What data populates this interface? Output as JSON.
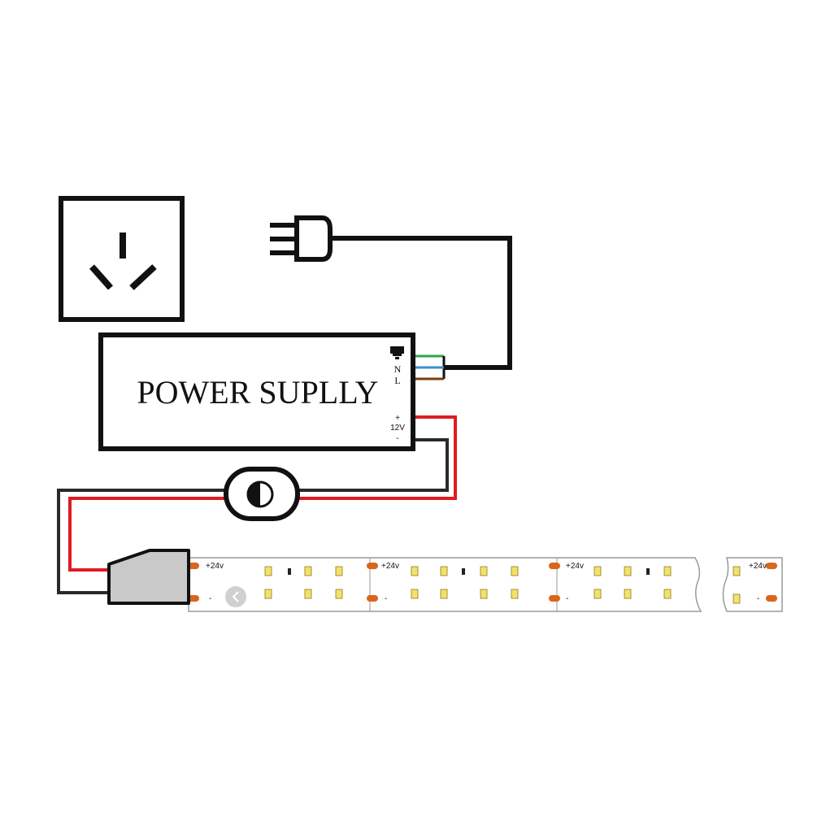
{
  "power_supply": {
    "title": "POWER SUPLLY",
    "ac_pins": {
      "neutral": "N",
      "live": "L"
    },
    "dc_pins": {
      "positive": "+",
      "voltage": "12V",
      "negative": "-"
    }
  },
  "strip": {
    "positive_label": "+24v",
    "negative_label": "-",
    "segment_count": 4
  },
  "wire_colors": {
    "earth": "#2aa84a",
    "neutral": "#3a8fd0",
    "live": "#7a3b10",
    "dc_positive": "#e01b22",
    "dc_negative": "#2a2a2a",
    "pad": "#d9661a",
    "led": "#f3e26a"
  },
  "icons": {
    "socket": "wall-socket-icon",
    "plug": "three-pin-plug-icon",
    "switch": "inline-switch-icon",
    "ground": "ground-symbol-icon",
    "connector": "strip-connector-icon",
    "nav": "chevron-left-icon"
  }
}
